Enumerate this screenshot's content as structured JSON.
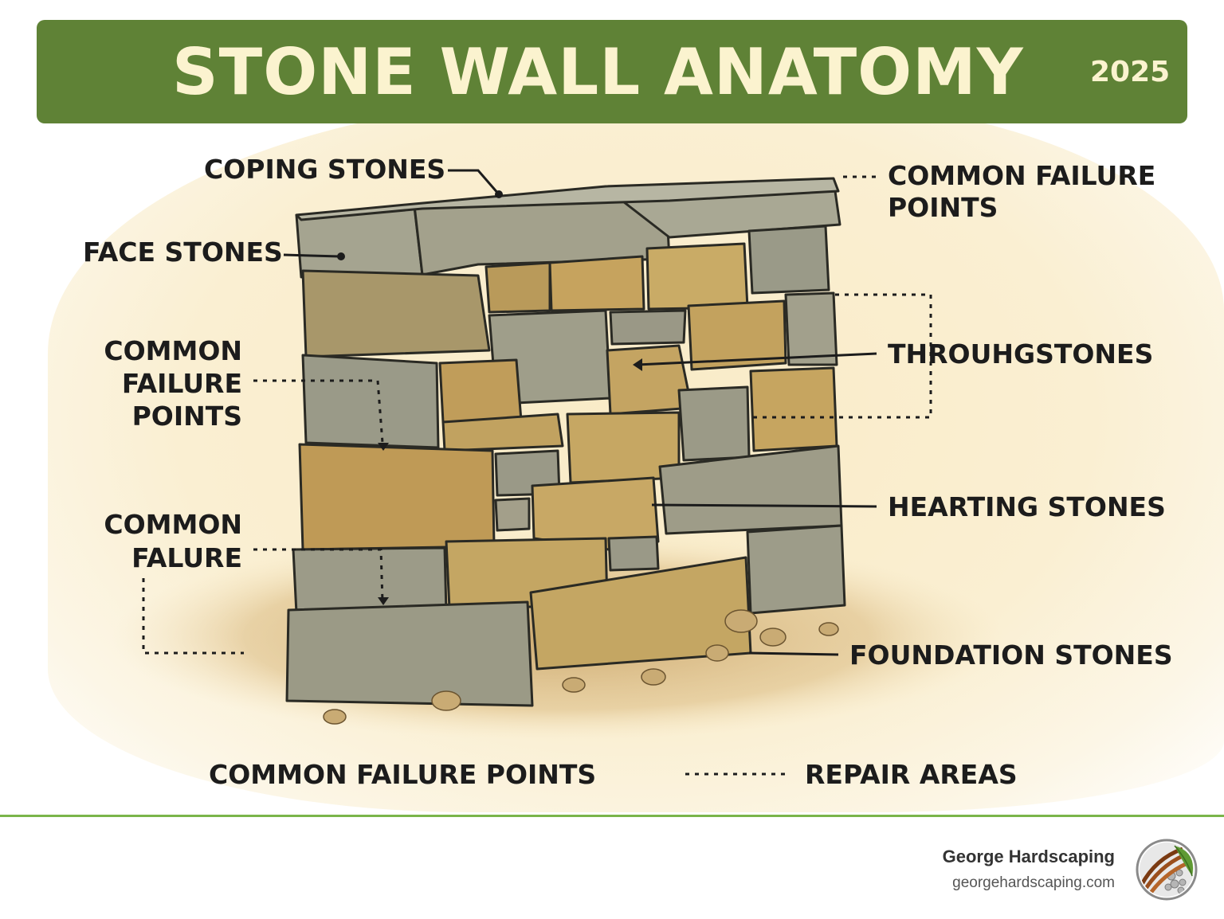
{
  "title": "STONE WALL ANATOMY",
  "year": "2025",
  "labels": {
    "coping": "COPING STONES",
    "face": "FACE STONES",
    "failure_top_right_1": "COMMON FAILURE",
    "failure_top_right_2": "POINTS",
    "failure_left_1": "COMMON",
    "failure_left_2": "FAILURE",
    "failure_left_3": "POINTS",
    "failure_left_lower_1": "COMMON",
    "failure_left_lower_2": "FALURE",
    "throughstones": "THROUHGSTONES",
    "hearting": "HEARTING STONES",
    "foundation": "FOUNDATION STONES"
  },
  "legend": {
    "failure_points": "COMMON FAILURE POINTS",
    "repair_areas": "REPAIR AREAS"
  },
  "footer": {
    "company": "George Hardscaping",
    "url": "georgehardscaping.com"
  },
  "colors": {
    "banner": "#5f8236",
    "banner_text": "#fbf3cf",
    "divider": "#7ab54a",
    "stone_gray": "#9a9a86",
    "stone_tan": "#c4a45e",
    "label": "#1c1c1c"
  },
  "icons": {
    "logo": "leaf-stone-logo-icon"
  }
}
